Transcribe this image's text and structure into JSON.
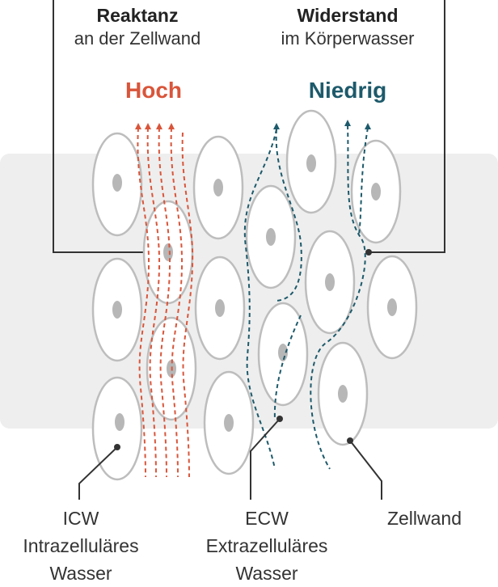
{
  "header_left": {
    "title": "Reaktanz",
    "subtitle": "an der Zellwand"
  },
  "header_right": {
    "title": "Widerstand",
    "subtitle": "im Körperwasser"
  },
  "level_left": {
    "label": "Hoch",
    "color": "#d9553a"
  },
  "level_right": {
    "label": "Niedrig",
    "color": "#1d5a6b"
  },
  "captions": {
    "icw": {
      "line1": "ICW",
      "line2": "Intrazelluläres",
      "line3": "Wasser"
    },
    "ecw": {
      "line1": "ECW",
      "line2": "Extrazelluläres",
      "line3": "Wasser"
    },
    "wall": {
      "line1": "Zellwand"
    }
  },
  "colors": {
    "band": "#eeeeee",
    "cell_fill": "#ffffff",
    "cell_stroke": "#bdbdbd",
    "nucleus": "#b7b7b7",
    "leader": "#333333",
    "icw_path": "#d9553a",
    "ecw_path": "#1d5a6b"
  }
}
